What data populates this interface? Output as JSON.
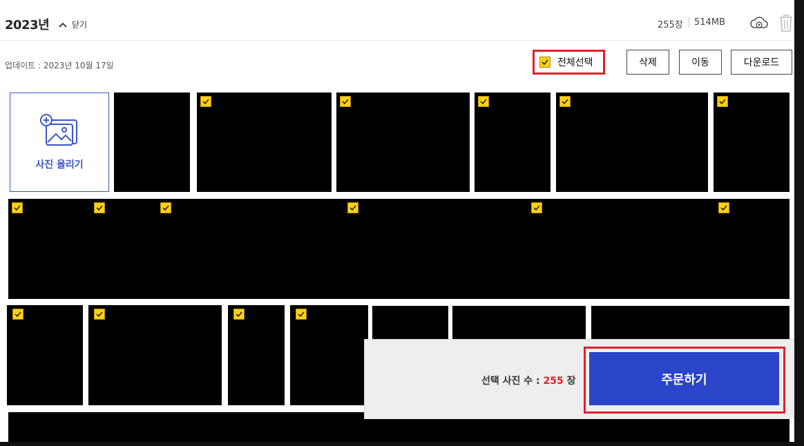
{
  "header": {
    "year": "2023년",
    "collapse_label": "닫기",
    "count": "255장",
    "size": "514MB"
  },
  "update_info": "업데이트 : 2023년 10월 17일",
  "toolbar": {
    "select_all_label": "전체선택",
    "select_all_checked": true,
    "delete_label": "삭제",
    "move_label": "이동",
    "download_label": "다운로드"
  },
  "upload_label": "사진 올리기",
  "photos": {
    "row1_selected": [
      true,
      true,
      true,
      true,
      true
    ],
    "row2_selected": [
      true,
      true,
      true,
      true,
      true,
      true
    ],
    "row3_selected": [
      true,
      true,
      true,
      true
    ]
  },
  "order_panel": {
    "prefix": "선택 사진 수 : ",
    "count": "255",
    "suffix": " 장",
    "order_label": "주문하기"
  },
  "colors": {
    "accent_blue": "#2b45c8",
    "highlight_red": "#e0202a",
    "checkbox_yellow": "#fcd116"
  }
}
